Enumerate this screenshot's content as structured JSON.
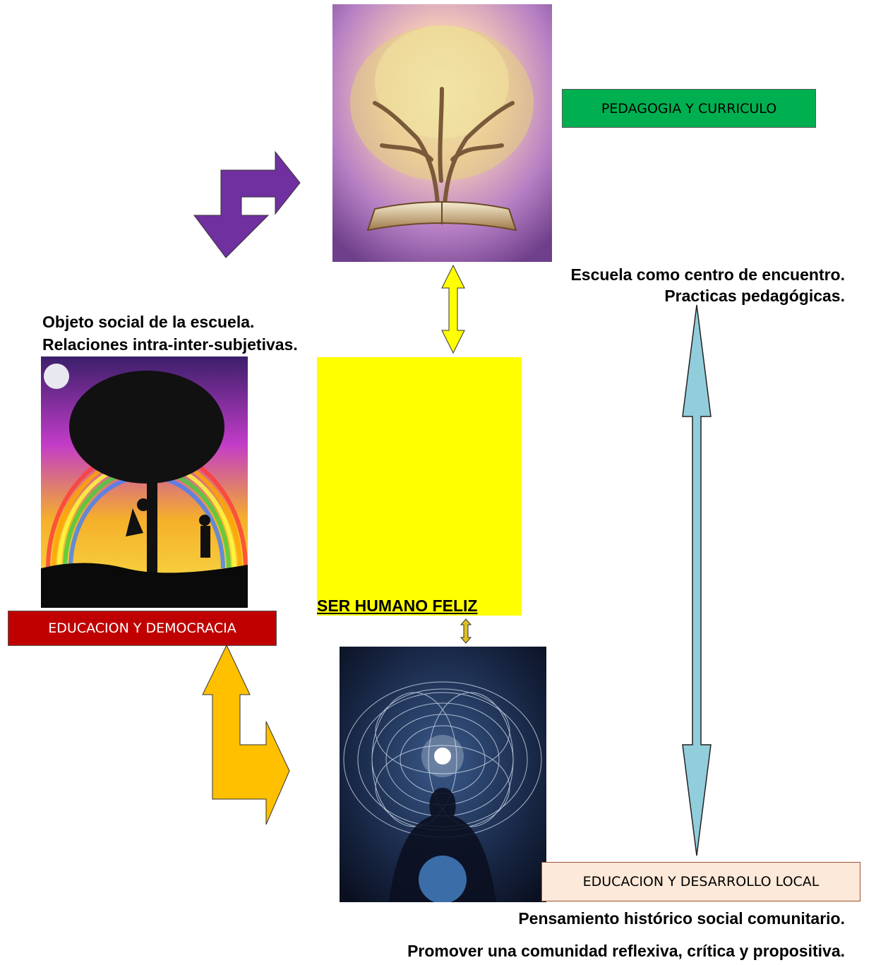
{
  "boxes": {
    "pedagogia": {
      "label": "PEDAGOGIA Y CURRICULO",
      "fill": "#00B050"
    },
    "democracia": {
      "label": "EDUCACION Y DEMOCRACIA",
      "fill": "#C00000"
    },
    "desarrollo": {
      "label": "EDUCACION Y DESARROLLO LOCAL",
      "fill": "#FDE9D9"
    }
  },
  "center": {
    "label": "SER HUMANO FELIZ",
    "fill": "#FFFF00"
  },
  "texts": {
    "escuela_line1": "Escuela como centro de encuentro.",
    "escuela_line2": "Practicas pedagógicas.",
    "objeto_line1": "Objeto social de la escuela.",
    "objeto_line2": "Relaciones intra-inter-subjetivas.",
    "pensamiento": "Pensamiento histórico social comunitario.",
    "promover": "Promover una comunidad reflexiva, crítica y propositiva."
  },
  "arrow_colors": {
    "purple": "#7030A0",
    "yellow": "#FFFF00",
    "gold": "#FFC000",
    "lightblue": "#92CDDC"
  }
}
